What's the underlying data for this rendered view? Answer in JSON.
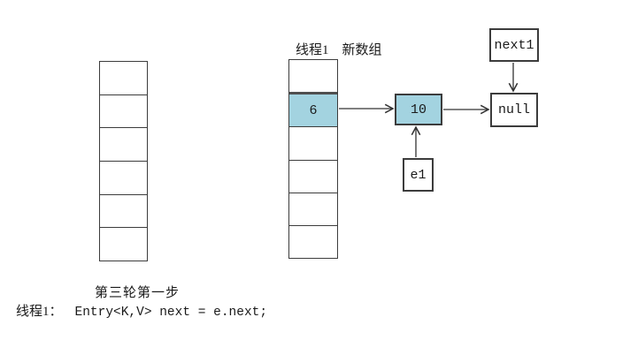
{
  "colors": {
    "highlight_fill": "#a3d3e0",
    "border": "#3c3c3c",
    "thick_divider": "#4f4f4f",
    "line": "#333333",
    "text": "#1a1a1a"
  },
  "left_array": {
    "cell_count": 6,
    "cells": [
      "",
      "",
      "",
      "",
      "",
      ""
    ]
  },
  "new_array": {
    "labels": {
      "thread": "线程1",
      "new_array": "新数组"
    },
    "cell_count": 6,
    "cells": [
      "",
      "6",
      "",
      "",
      "",
      ""
    ],
    "highlight_index": 1
  },
  "nodes": {
    "ten": {
      "label": "10"
    },
    "next1": {
      "label": "next1"
    },
    "null_node": {
      "label": "null"
    },
    "e1": {
      "label": "e1"
    }
  },
  "caption": {
    "step_title": "第三轮第一步",
    "thread_label": "线程1：",
    "code": "Entry<K,V> next = e.next;"
  }
}
